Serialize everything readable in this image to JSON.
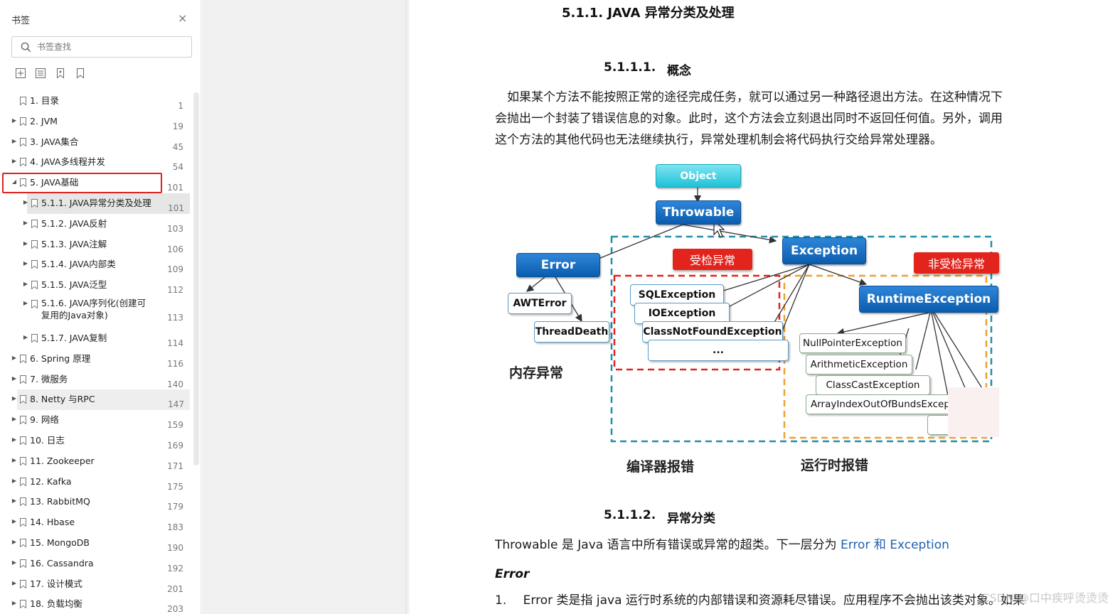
{
  "sidebar": {
    "title": "书签",
    "close_glyph": "×",
    "search_placeholder": "书签查找",
    "toolbar": [
      "expand-all-icon",
      "collapse-all-icon",
      "add-bookmark-icon",
      "bookmark-icon"
    ],
    "items": [
      {
        "label": "1. 目录",
        "page": "1",
        "level": 0,
        "expanded": false,
        "has_children": false
      },
      {
        "label": "2. JVM",
        "page": "19",
        "level": 0,
        "expanded": false,
        "has_children": true
      },
      {
        "label": "3. JAVA集合",
        "page": "45",
        "level": 0,
        "expanded": false,
        "has_children": true
      },
      {
        "label": "4. JAVA多线程并发",
        "page": "54",
        "level": 0,
        "expanded": false,
        "has_children": true
      },
      {
        "label": "5. JAVA基础",
        "page": "101",
        "level": 0,
        "expanded": true,
        "has_children": true,
        "highlighted": true
      },
      {
        "label": "5.1.1. JAVA异常分类及处理",
        "page": "101",
        "level": 1,
        "has_children": true,
        "selected": true
      },
      {
        "label": "5.1.2. JAVA反射",
        "page": "103",
        "level": 1,
        "has_children": true
      },
      {
        "label": "5.1.3. JAVA注解",
        "page": "106",
        "level": 1,
        "has_children": true
      },
      {
        "label": "5.1.4. JAVA内部类",
        "page": "109",
        "level": 1,
        "has_children": true
      },
      {
        "label": "5.1.5. JAVA泛型",
        "page": "112",
        "level": 1,
        "has_children": true
      },
      {
        "label": "5.1.6. JAVA序列化(创建可",
        "label2": "复用的Java对象)",
        "page": "113",
        "level": 1,
        "has_children": true
      },
      {
        "label": "5.1.7. JAVA复制",
        "page": "114",
        "level": 1,
        "has_children": true
      },
      {
        "label": "6. Spring 原理",
        "page": "116",
        "level": 0,
        "has_children": true
      },
      {
        "label": "7.   微服务",
        "page": "140",
        "level": 0,
        "has_children": true
      },
      {
        "label": "8. Netty 与RPC",
        "page": "147",
        "level": 0,
        "has_children": true,
        "hover": true
      },
      {
        "label": "9. 网络",
        "page": "159",
        "level": 0,
        "has_children": true
      },
      {
        "label": "10. 日志",
        "page": "169",
        "level": 0,
        "has_children": true
      },
      {
        "label": "11. Zookeeper",
        "page": "171",
        "level": 0,
        "has_children": true
      },
      {
        "label": "12. Kafka",
        "page": "175",
        "level": 0,
        "has_children": true
      },
      {
        "label": "13. RabbitMQ",
        "page": "179",
        "level": 0,
        "has_children": true
      },
      {
        "label": "14. Hbase",
        "page": "183",
        "level": 0,
        "has_children": true
      },
      {
        "label": "15. MongoDB",
        "page": "190",
        "level": 0,
        "has_children": true
      },
      {
        "label": "16. Cassandra",
        "page": "192",
        "level": 0,
        "has_children": true
      },
      {
        "label": "17. 设计模式",
        "page": "201",
        "level": 0,
        "has_children": true
      },
      {
        "label": "18. 负载均衡",
        "page": "203",
        "level": 0,
        "has_children": true
      }
    ]
  },
  "document": {
    "heading_1": "5.1.1.  JAVA 异常分类及处理",
    "heading_2a_num": "5.1.1.1.",
    "heading_2a_text": "概念",
    "para_1": [
      "如果某个方法不能按照正常的途径完成任务，就可以通过另一种路径退出方法。在这种情况下",
      "会抛出一个封装了错误信息的对象。此时，这个方法会立刻退出同时不返回任何值。另外，调用",
      "这个方法的其他代码也无法继续执行，异常处理机制会将代码执行交给异常处理器。"
    ],
    "heading_2b_num": "5.1.1.2.",
    "heading_2b_text": "异常分类",
    "para_2_prefix": "Throwable 是 Java 语言中所有错误或异常的超类。下一层分为 ",
    "para_2_link": "Error 和 Exception",
    "error_heading": "Error",
    "list_1_num": "1.",
    "list_1_text": "Error 类是指 java 运行时系统的内部错误和资源耗尽错误。应用程序不会抛出该类对象。如果",
    "watermark": "CSDN @口中疾呼烫烫烫"
  },
  "diagram": {
    "object": "Object",
    "throwable": "Throwable",
    "error": "Error",
    "exception": "Exception",
    "runtime": "RuntimeException",
    "awterror": "AWTError",
    "threaddeath": "ThreadDeath",
    "checked_tag": "受检异常",
    "unchecked_tag": "非受检异常",
    "sqlexception": "SQLException",
    "ioexception": "IOException",
    "classnotfound": "ClassNotFoundException",
    "ellipsis": "...",
    "npe": "NullPointerException",
    "arith": "ArithmeticException",
    "classcast": "ClassCastException",
    "arrayindex": "ArrayIndexOutOfBundsExcep",
    "label_memory": "内存异常",
    "label_compile": "编译器报错",
    "label_runtime": "运行时报错",
    "colors": {
      "teal_dash": "#1f8fa8",
      "red_dash": "#e3241d",
      "orange_dash": "#f0a030",
      "blue": "#0a5cae",
      "cyan": "#1ec2d8"
    }
  }
}
